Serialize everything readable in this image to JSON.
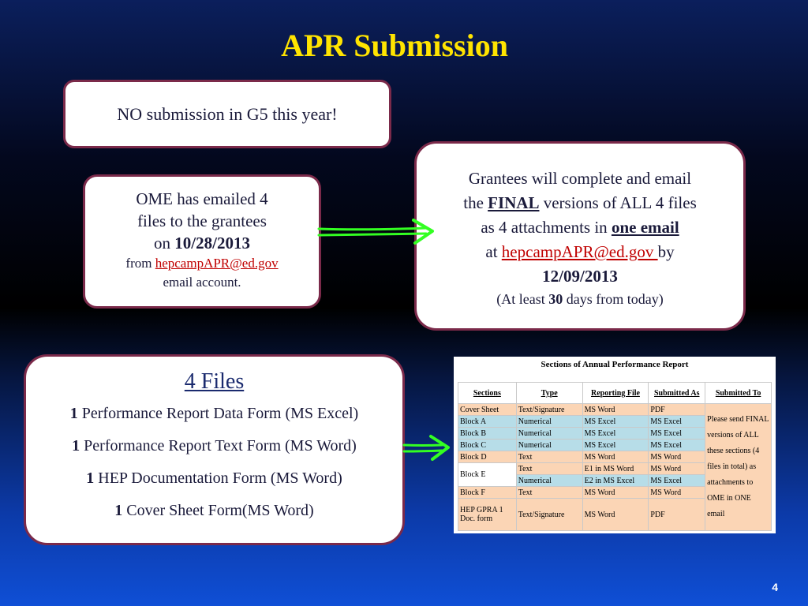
{
  "title": "APR Submission",
  "box_no_submission": {
    "text": "NO submission in G5 this year!"
  },
  "box_ome": {
    "line1": "OME has emailed 4",
    "line2": "files to the grantees",
    "line3_prefix": "on ",
    "date": "10/28/2013",
    "from_label": "from ",
    "email": "hepcampAPR@ed.gov",
    "account": "email account."
  },
  "box_grantees": {
    "line1": "Grantees will complete and email",
    "line2_prefix": "the ",
    "final": "FINAL",
    "line2_suffix": " versions of ALL 4 files",
    "line3_prefix": "as 4 attachments in ",
    "one_email": "one email",
    "line4_prefix": "at ",
    "email": "hepcampAPR@ed.gov ",
    "line4_suffix": " by",
    "date": "12/09/2013",
    "at_least_prefix": "(At least ",
    "days": "30",
    "at_least_suffix": " days from today)"
  },
  "box_files": {
    "title": "4 Files",
    "items": [
      {
        "count": "1",
        "text": " Performance Report Data Form (MS Excel)"
      },
      {
        "count": "1",
        "text": " Performance Report Text Form (MS Word)"
      },
      {
        "count": "1",
        "text": " HEP Documentation Form (MS Word)"
      },
      {
        "count": "1",
        "text": " Cover Sheet Form(MS Word)"
      }
    ]
  },
  "table": {
    "caption": "Sections of Annual Performance Report",
    "headers": [
      "Sections",
      "Type",
      "Reporting File",
      "Submitted As",
      "Submitted To"
    ],
    "rows": [
      {
        "section": "Cover Sheet",
        "type": "Text/Signature",
        "file": "MS Word",
        "as": "PDF"
      },
      {
        "section": "Block A",
        "type": "Numerical",
        "file": "MS Excel",
        "as": "MS Excel"
      },
      {
        "section": "Block B",
        "type": "Numerical",
        "file": "MS Excel",
        "as": "MS Excel"
      },
      {
        "section": "Block C",
        "type": "Numerical",
        "file": "MS Excel",
        "as": "MS Excel"
      },
      {
        "section": "Block D",
        "type": "Text",
        "file": "MS Word",
        "as": "MS Word"
      },
      {
        "section": "Block E",
        "type": "Text",
        "file": "E1 in MS Word",
        "as": "MS Word"
      },
      {
        "section": "",
        "type": "Numerical",
        "file": "E2 in MS Excel",
        "as": "MS Excel"
      },
      {
        "section": "Block F",
        "type": "Text",
        "file": "MS Word",
        "as": "MS Word"
      },
      {
        "section": "HEP GPRA 1 Doc. form",
        "type": "Text/Signature",
        "file": "MS Word",
        "as": "PDF"
      }
    ],
    "submitted_to": "Please send FINAL versions of ALL these sections (4 files in total) as attachments to OME in ONE email"
  },
  "page_number": "4",
  "colors": {
    "title": "#ffe400",
    "box_border": "#7b2a4a",
    "link": "#c00000",
    "arrow": "#33ff22"
  }
}
